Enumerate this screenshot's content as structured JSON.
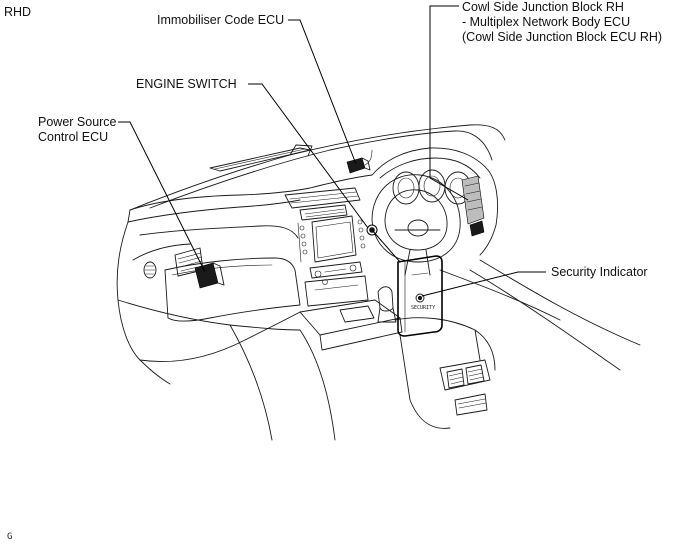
{
  "page": {
    "region_code": "RHD",
    "figure_code": "G"
  },
  "callouts": {
    "immobiliser": "Immobiliser Code ECU",
    "cowl_line1": "Cowl Side Junction Block RH",
    "cowl_line2": "- Multiplex Network Body ECU",
    "cowl_line3": "(Cowl Side Junction Block ECU RH)",
    "engine_switch": "ENGINE SWITCH",
    "power_source_line1": "Power Source",
    "power_source_line2": "Control ECU",
    "security_indicator": "Security Indicator"
  },
  "inset": {
    "indicator_text": "SECURITY"
  }
}
